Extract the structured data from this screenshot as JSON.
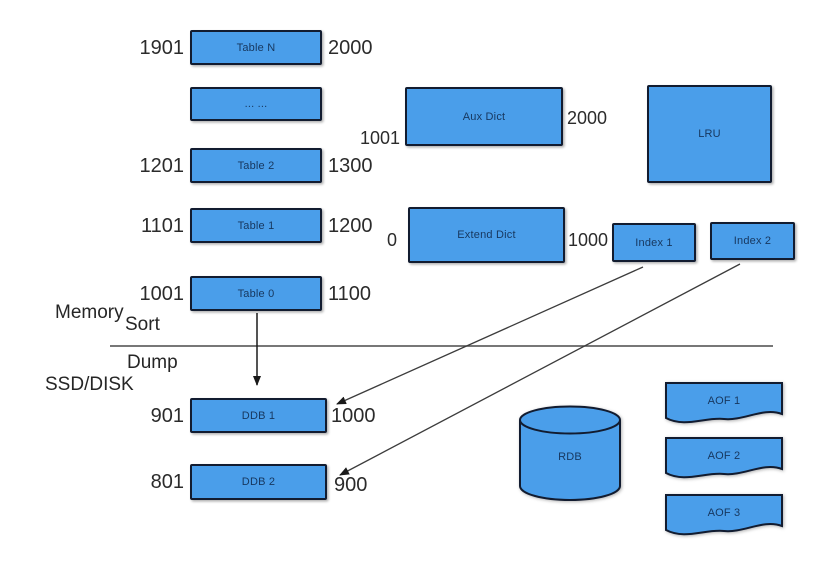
{
  "diagram": {
    "memory_tables": [
      {
        "label": "Table N",
        "start": "1901",
        "end": "2000"
      },
      {
        "label": "... ...",
        "start": "",
        "end": ""
      },
      {
        "label": "Table 2",
        "start": "1201",
        "end": "1300"
      },
      {
        "label": "Table 1",
        "start": "1101",
        "end": "1200"
      },
      {
        "label": "Table 0",
        "start": "1001",
        "end": "1100"
      }
    ],
    "aux_dict": {
      "label": "Aux Dict",
      "start": "1001",
      "end": "2000"
    },
    "extend_dict": {
      "label": "Extend Dict",
      "start": "0",
      "end": "1000"
    },
    "lru": {
      "label": "LRU"
    },
    "indexes": [
      {
        "label": "Index 1"
      },
      {
        "label": "Index 2"
      }
    ],
    "region_labels": {
      "memory": "Memory",
      "sort": "Sort",
      "dump": "Dump",
      "disk": "SSD/DISK"
    },
    "disk_tables": [
      {
        "label": "DDB 1",
        "start": "901",
        "end": "1000"
      },
      {
        "label": "DDB 2",
        "start": "801",
        "end": "900"
      }
    ],
    "rdb": {
      "label": "RDB"
    },
    "aof_files": [
      {
        "label": "AOF 1"
      },
      {
        "label": "AOF 2"
      },
      {
        "label": "AOF 3"
      }
    ]
  },
  "colors": {
    "box_fill": "#4a9eea",
    "box_border": "#121c30",
    "box_text": "#17375e",
    "number_text": "#2b2b2b",
    "line_color": "#3c3c3c"
  }
}
